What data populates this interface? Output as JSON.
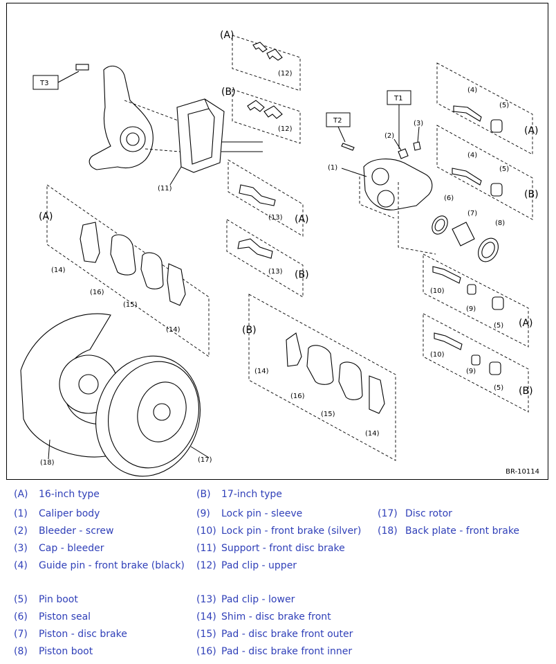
{
  "diagram": {
    "figure_id": "BR-10114",
    "torque_tags": [
      "T3",
      "T1",
      "T2"
    ],
    "group_labels": [
      "(A)",
      "(B)"
    ],
    "callouts": [
      "(1)",
      "(2)",
      "(3)",
      "(4)",
      "(5)",
      "(6)",
      "(7)",
      "(8)",
      "(9)",
      "(10)",
      "(11)",
      "(12)",
      "(13)",
      "(14)",
      "(15)",
      "(16)",
      "(17)",
      "(18)"
    ]
  },
  "legend": {
    "col1": [
      {
        "code": "(A)",
        "text": "16-inch type"
      },
      {
        "code": "(1)",
        "text": "Caliper body"
      },
      {
        "code": "(2)",
        "text": "Bleeder - screw"
      },
      {
        "code": "(3)",
        "text": "Cap - bleeder"
      },
      {
        "code": "(4)",
        "text": "Guide pin - front brake (black)"
      },
      {
        "code": "(5)",
        "text": "Pin boot"
      },
      {
        "code": "(6)",
        "text": "Piston seal"
      },
      {
        "code": "(7)",
        "text": "Piston - disc brake"
      },
      {
        "code": "(8)",
        "text": "Piston boot"
      }
    ],
    "col2": [
      {
        "code": "(B)",
        "text": "17-inch type"
      },
      {
        "code": "(9)",
        "text": "Lock pin - sleeve"
      },
      {
        "code": "(10)",
        "text": "Lock pin - front brake (silver)"
      },
      {
        "code": "(11)",
        "text": "Support - front disc brake"
      },
      {
        "code": "(12)",
        "text": "Pad clip - upper"
      },
      {
        "code": "(13)",
        "text": "Pad clip - lower"
      },
      {
        "code": "(14)",
        "text": "Shim - disc brake front"
      },
      {
        "code": "(15)",
        "text": "Pad - disc brake front outer"
      },
      {
        "code": "(16)",
        "text": "Pad - disc brake front inner"
      }
    ],
    "col3": [
      {
        "code": "(17)",
        "text": "Disc rotor"
      },
      {
        "code": "(18)",
        "text": "Back plate - front brake"
      }
    ]
  }
}
